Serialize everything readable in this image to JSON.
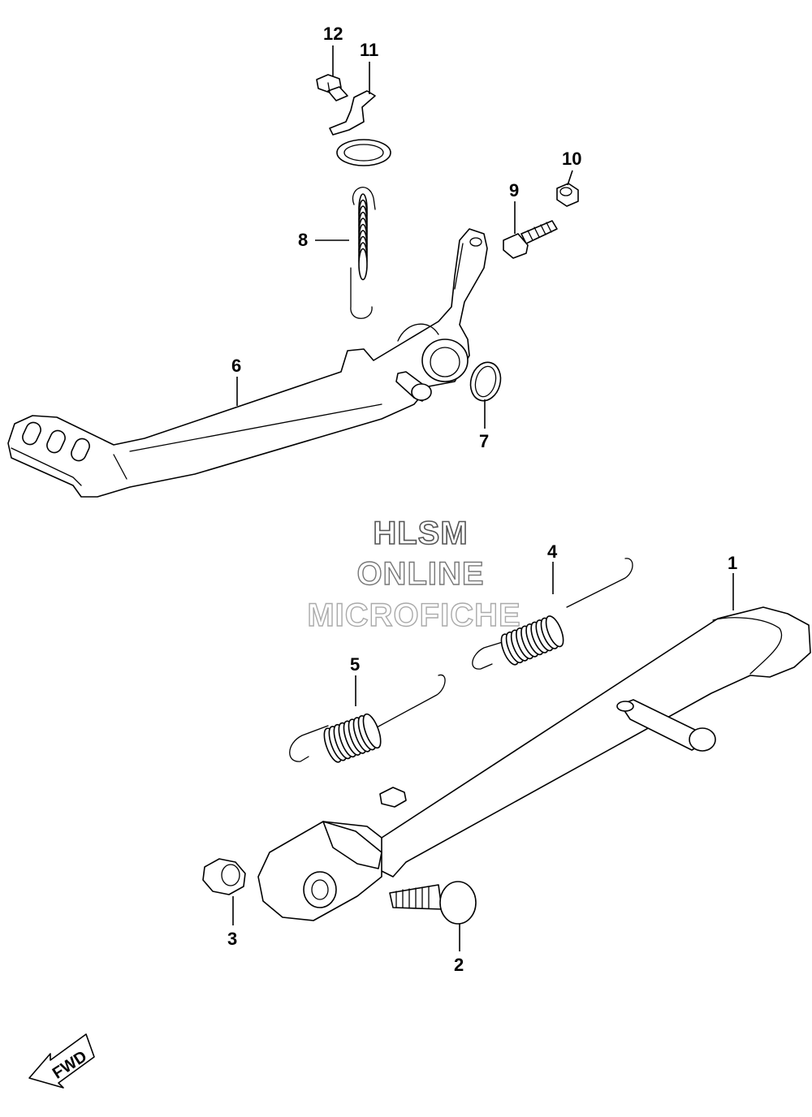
{
  "callouts": [
    {
      "id": "1",
      "label": "1"
    },
    {
      "id": "2",
      "label": "2"
    },
    {
      "id": "3",
      "label": "3"
    },
    {
      "id": "4",
      "label": "4"
    },
    {
      "id": "5",
      "label": "5"
    },
    {
      "id": "6",
      "label": "6"
    },
    {
      "id": "7",
      "label": "7"
    },
    {
      "id": "8",
      "label": "8"
    },
    {
      "id": "9",
      "label": "9"
    },
    {
      "id": "10",
      "label": "10"
    },
    {
      "id": "11",
      "label": "11"
    },
    {
      "id": "12",
      "label": "12"
    }
  ],
  "watermark": {
    "line1": "HLSM",
    "line2": "ONLINE",
    "line3": "MICROFICHE"
  },
  "direction_indicator": {
    "label": "FWD",
    "icon": "forward-arrow-icon"
  }
}
